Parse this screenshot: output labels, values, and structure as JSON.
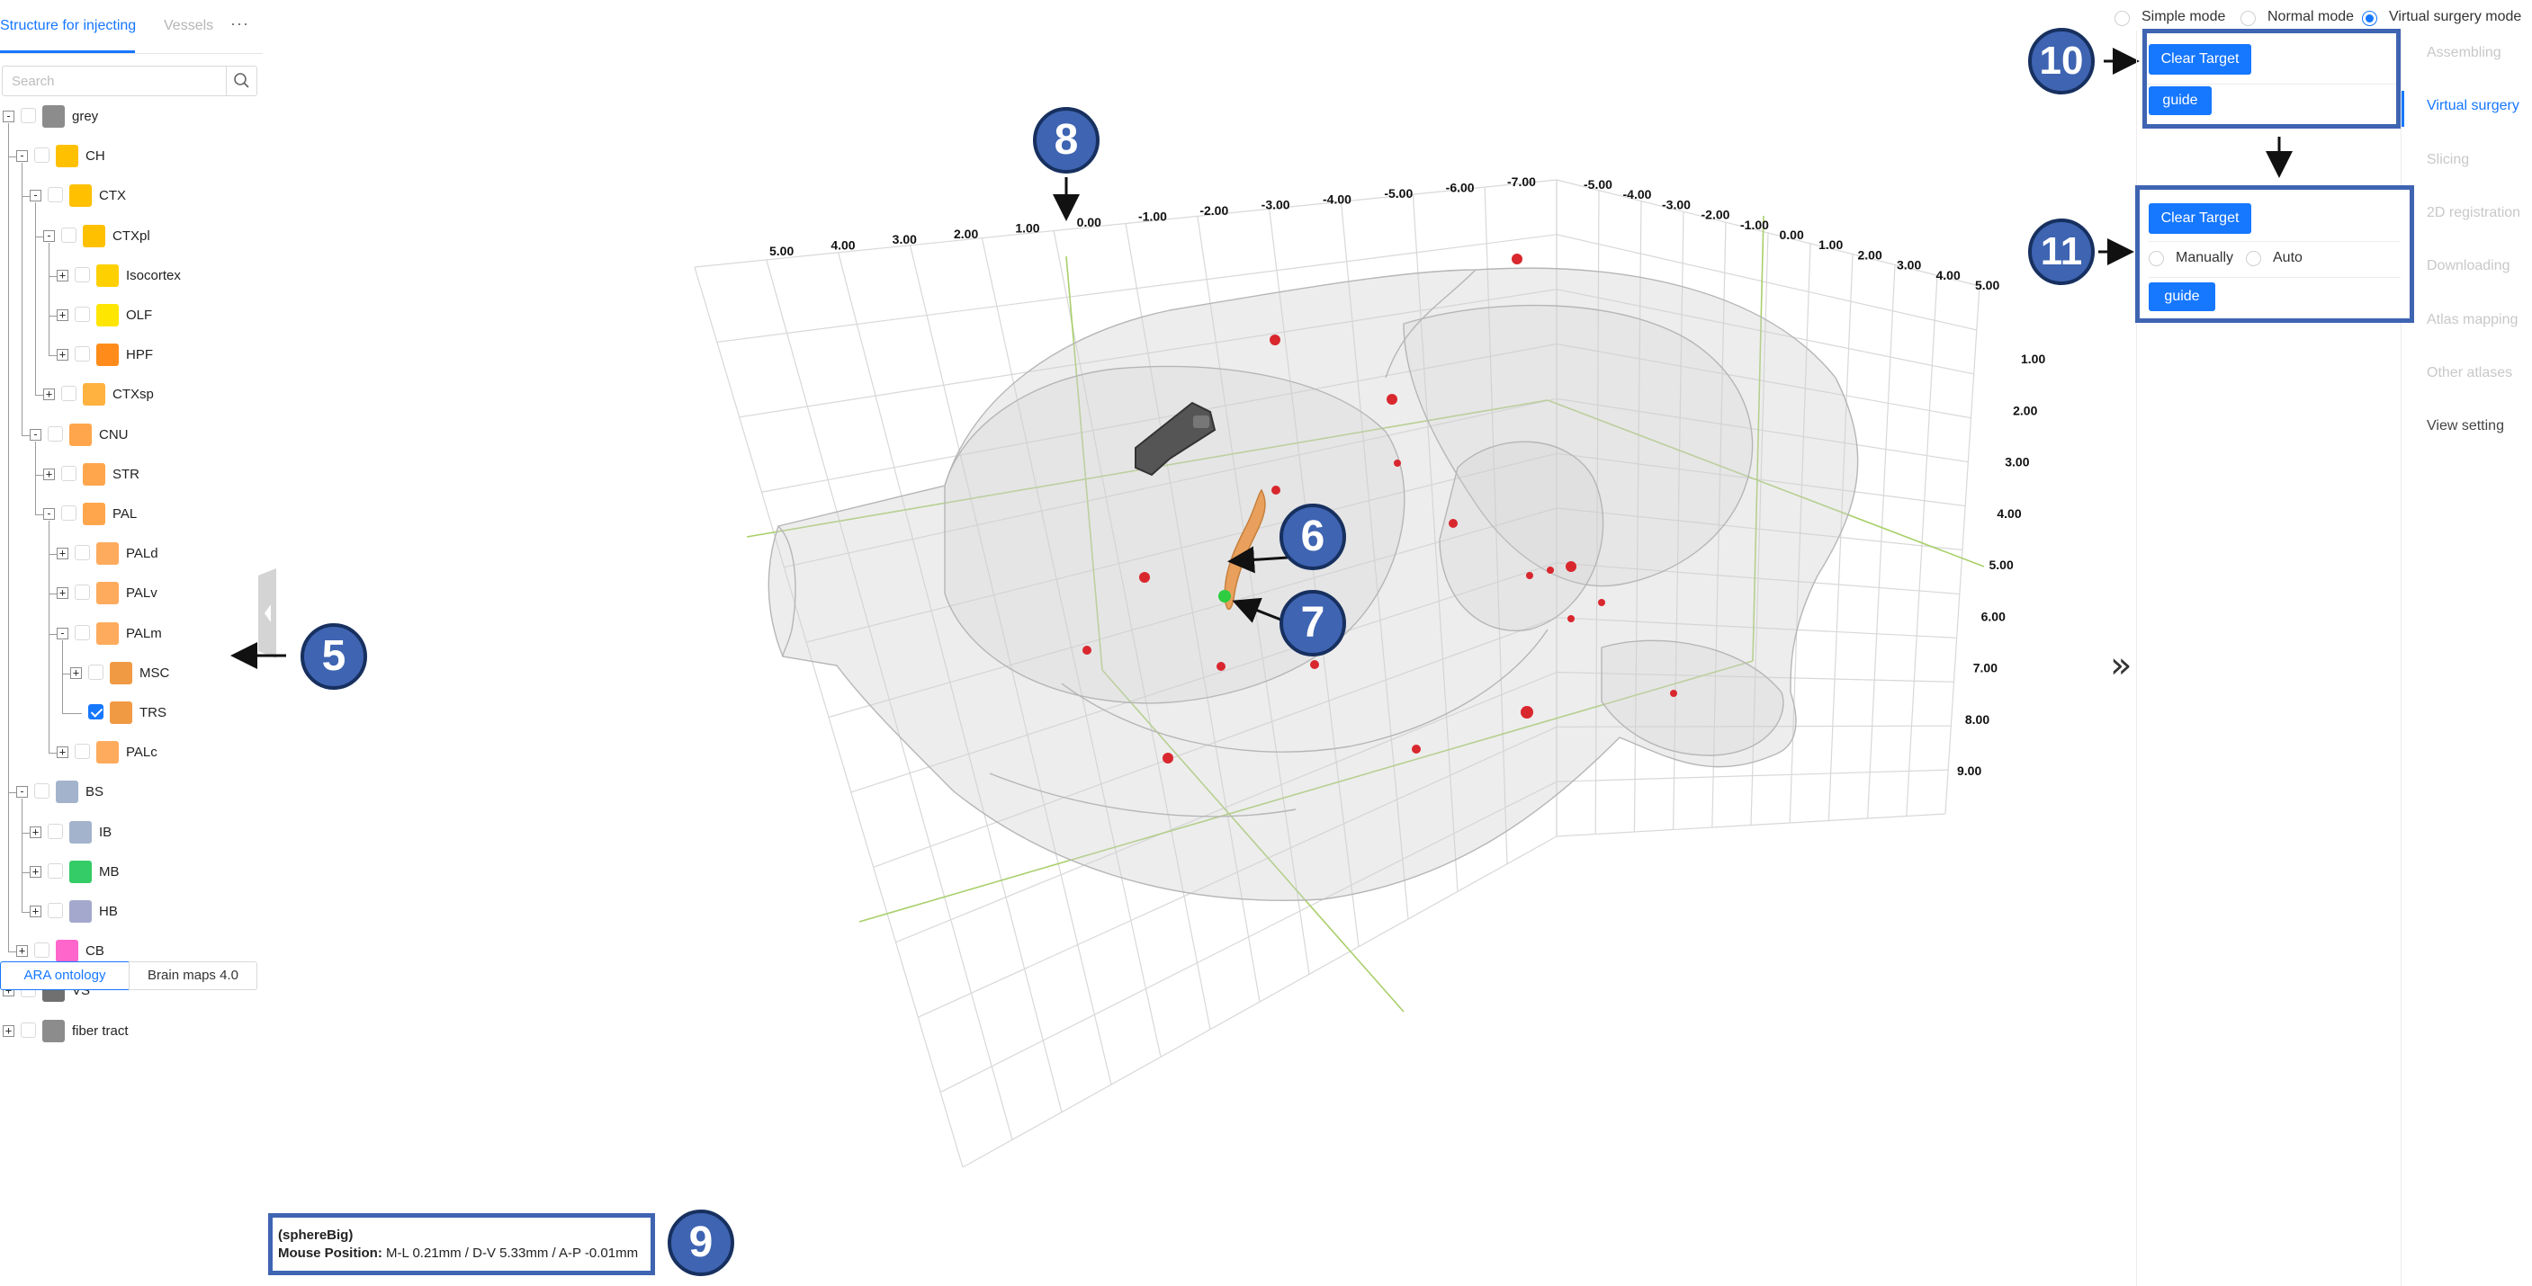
{
  "left_tabs": {
    "structure": "Structure for injecting",
    "vessels": "Vessels",
    "more": "···"
  },
  "search": {
    "placeholder": "Search",
    "icon": "search-icon"
  },
  "tree": [
    {
      "label": "grey",
      "color": "#8c8c8c",
      "depth": 0,
      "toggle": "-",
      "checked": false
    },
    {
      "label": "CH",
      "color": "#ffc000",
      "depth": 1,
      "toggle": "-",
      "checked": false
    },
    {
      "label": "CTX",
      "color": "#ffc000",
      "depth": 2,
      "toggle": "-",
      "checked": false
    },
    {
      "label": "CTXpl",
      "color": "#ffc000",
      "depth": 3,
      "toggle": "-",
      "checked": false
    },
    {
      "label": "Isocortex",
      "color": "#ffd000",
      "depth": 4,
      "toggle": "+",
      "checked": false
    },
    {
      "label": "OLF",
      "color": "#ffe600",
      "depth": 4,
      "toggle": "+",
      "checked": false
    },
    {
      "label": "HPF",
      "color": "#ff8c1a",
      "depth": 4,
      "toggle": "+",
      "checked": false
    },
    {
      "label": "CTXsp",
      "color": "#ffb23f",
      "depth": 3,
      "toggle": "+",
      "checked": false
    },
    {
      "label": "CNU",
      "color": "#ffa64d",
      "depth": 2,
      "toggle": "-",
      "checked": false
    },
    {
      "label": "STR",
      "color": "#ffa64d",
      "depth": 3,
      "toggle": "+",
      "checked": false
    },
    {
      "label": "PAL",
      "color": "#ffa64d",
      "depth": 3,
      "toggle": "-",
      "checked": false
    },
    {
      "label": "PALd",
      "color": "#ffab5e",
      "depth": 4,
      "toggle": "+",
      "checked": false
    },
    {
      "label": "PALv",
      "color": "#ffab5e",
      "depth": 4,
      "toggle": "+",
      "checked": false
    },
    {
      "label": "PALm",
      "color": "#ffab5e",
      "depth": 4,
      "toggle": "-",
      "checked": false
    },
    {
      "label": "MSC",
      "color": "#f09a44",
      "depth": 5,
      "toggle": "+",
      "checked": false
    },
    {
      "label": "TRS",
      "color": "#f09a44",
      "depth": 5,
      "toggle": "",
      "checked": true
    },
    {
      "label": "PALc",
      "color": "#ffab5e",
      "depth": 4,
      "toggle": "+",
      "checked": false
    },
    {
      "label": "BS",
      "color": "#a3b3cc",
      "depth": 1,
      "toggle": "-",
      "checked": false
    },
    {
      "label": "IB",
      "color": "#a3b3cc",
      "depth": 2,
      "toggle": "+",
      "checked": false
    },
    {
      "label": "MB",
      "color": "#33cc66",
      "depth": 2,
      "toggle": "+",
      "checked": false
    },
    {
      "label": "HB",
      "color": "#a3a8cc",
      "depth": 2,
      "toggle": "+",
      "checked": false
    },
    {
      "label": "CB",
      "color": "#ff66cc",
      "depth": 1,
      "toggle": "+",
      "checked": false
    },
    {
      "label": "VS",
      "color": "#707070",
      "depth": 0,
      "toggle": "+",
      "checked": false
    },
    {
      "label": "fiber tract",
      "color": "#8c8c8c",
      "depth": 0,
      "toggle": "+",
      "checked": false
    }
  ],
  "bottom_tabs": {
    "ara": "ARA ontology",
    "brain_maps": "Brain maps 4.0"
  },
  "axes": {
    "top_left": [
      "5.00",
      "4.00",
      "3.00",
      "2.00",
      "1.00",
      "0.00",
      "-1.00",
      "-2.00",
      "-3.00",
      "-4.00",
      "-5.00",
      "-6.00",
      "-7.00"
    ],
    "top_right": [
      "-5.00",
      "-4.00",
      "-3.00",
      "-2.00",
      "-1.00",
      "0.00",
      "1.00",
      "2.00",
      "3.00",
      "4.00",
      "5.00"
    ],
    "right_vertical": [
      "1.00",
      "2.00",
      "3.00",
      "4.00",
      "5.00",
      "6.00",
      "7.00",
      "8.00",
      "9.00"
    ]
  },
  "callouts": {
    "c5": "5",
    "c6": "6",
    "c7": "7",
    "c8": "8",
    "c9": "9",
    "c10": "10",
    "c11": "11"
  },
  "info": {
    "title": "(sphereBig)",
    "mouse_label": "Mouse Position:",
    "mouse_value": "M-L 0.21mm / D-V 5.33mm / A-P -0.01mm"
  },
  "modes": {
    "simple": "Simple mode",
    "normal": "Normal mode",
    "virtual": "Virtual surgery mode",
    "selected": "virtual"
  },
  "panel10": {
    "clear": "Clear Target",
    "guide": "guide"
  },
  "panel11": {
    "clear": "Clear Target",
    "manually": "Manually",
    "auto": "Auto",
    "guide": "guide"
  },
  "nav": {
    "assembling": "Assembling",
    "virtual_surgery": "Virtual surgery",
    "slicing": "Slicing",
    "registration": "2D registration",
    "downloading": "Downloading",
    "atlas_mapping": "Atlas mapping",
    "other_atlases": "Other atlases",
    "view_setting": "View setting"
  },
  "expand_icon": "»",
  "colors": {
    "accent": "#1677ff",
    "callout": "#3e64b2",
    "callout_border": "#17305f",
    "marker": "#d9272e",
    "probe": "#e8a05c",
    "tip": "#2ecc40"
  }
}
